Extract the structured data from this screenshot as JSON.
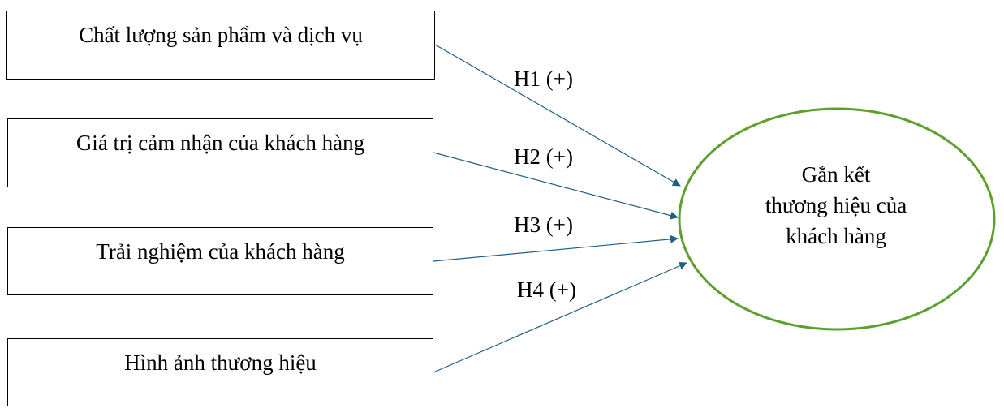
{
  "diagram": {
    "constructs": [
      {
        "id": "c1",
        "label": "Chất lượng sản phẩm và dịch vụ"
      },
      {
        "id": "c2",
        "label": "Giá trị cảm nhận của khách hàng"
      },
      {
        "id": "c3",
        "label": "Trải nghiệm của khách hàng"
      },
      {
        "id": "c4",
        "label": "Hình ảnh thương hiệu"
      }
    ],
    "outcome": {
      "line1": "Gắn kết",
      "line2": "thương hiệu của",
      "line3": "khách hàng"
    },
    "hypotheses": [
      {
        "label": "H1 (+)",
        "from": "c1"
      },
      {
        "label": "H2 (+)",
        "from": "c2"
      },
      {
        "label": "H3 (+)",
        "from": "c3"
      },
      {
        "label": "H4 (+)",
        "from": "c4"
      }
    ],
    "colors": {
      "arrow": "#1f5f85",
      "ellipse": "#5aa02c",
      "box_border": "#000000"
    }
  }
}
